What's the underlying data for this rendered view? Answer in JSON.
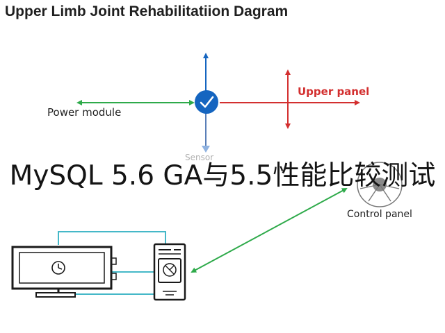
{
  "title": "Upper Limb Joint Rehabilitatiion Dagram",
  "labels": {
    "power_module": "Power module",
    "upper_panel": "Upper panel",
    "control_panel": "Control panel",
    "sensor": "Sensor"
  },
  "overlay_caption": "MySQL 5.6 GA与5.5性能比较测试",
  "colors": {
    "green": "#2eaa4a",
    "red": "#d32f2f",
    "blue": "#1565c0",
    "teal": "#45b8c8",
    "text_dark": "#1f1f1f"
  }
}
